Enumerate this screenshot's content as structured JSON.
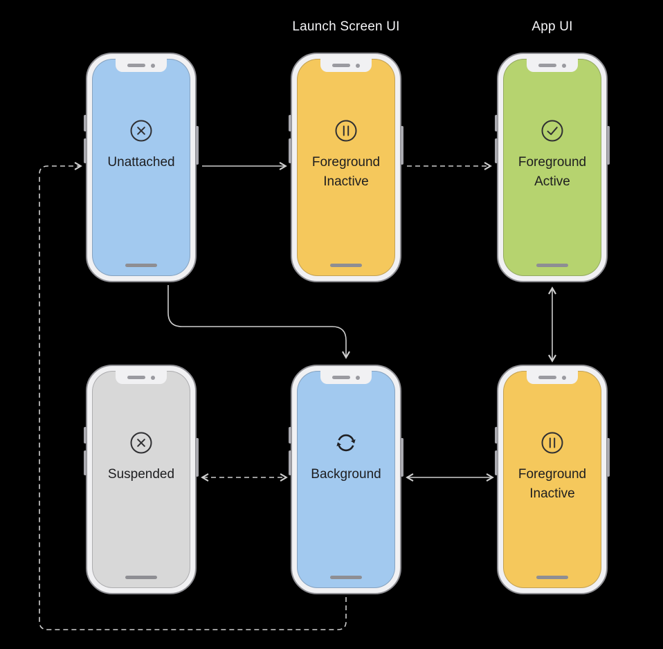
{
  "page": {
    "background_color": "#000000"
  },
  "header_labels": {
    "launch_screen_ui": "Launch Screen UI",
    "app_ui": "App UI"
  },
  "colors": {
    "screen_blue": "#A2C9EF",
    "screen_yellow": "#F5C85C",
    "screen_green": "#B6D36F",
    "screen_gray": "#D8D8D8",
    "phone_frame": "#F1F1F3",
    "arrow": "#CFCFCF",
    "icon": "#2F2F32",
    "state_text": "#1D1D1F",
    "header_text": "#F5F5F7"
  },
  "phones": [
    {
      "state": "Unattached",
      "icon": "cross-circle-icon",
      "screen_color": "#A2C9EF"
    },
    {
      "state": "Foreground Inactive",
      "icon": "pause-circle-icon",
      "screen_color": "#F5C85C"
    },
    {
      "state": "Foreground Active",
      "icon": "check-circle-icon",
      "screen_color": "#B6D36F"
    },
    {
      "state": "Suspended",
      "icon": "cross-circle-icon",
      "screen_color": "#D8D8D8"
    },
    {
      "state": "Background",
      "icon": "refresh-cycle-icon",
      "screen_color": "#A2C9EF"
    },
    {
      "state": "Foreground Inactive",
      "icon": "pause-circle-icon",
      "screen_color": "#F5C85C"
    }
  ],
  "transitions": [
    {
      "from": "Unattached",
      "to": "Foreground Inactive (Launch Screen UI)",
      "style": "solid",
      "bidirectional": false
    },
    {
      "from": "Foreground Inactive (Launch Screen UI)",
      "to": "Foreground Active",
      "style": "dashed",
      "bidirectional": false
    },
    {
      "from": "Unattached",
      "to": "Background",
      "style": "solid",
      "bidirectional": false
    },
    {
      "from": "Foreground Active",
      "to": "Foreground Inactive (App UI)",
      "style": "solid",
      "bidirectional": true
    },
    {
      "from": "Suspended",
      "to": "Background",
      "style": "dashed",
      "bidirectional": true
    },
    {
      "from": "Background",
      "to": "Foreground Inactive (App UI)",
      "style": "solid",
      "bidirectional": true
    },
    {
      "from": "Background",
      "to": "Unattached",
      "style": "dashed",
      "bidirectional": false
    }
  ]
}
